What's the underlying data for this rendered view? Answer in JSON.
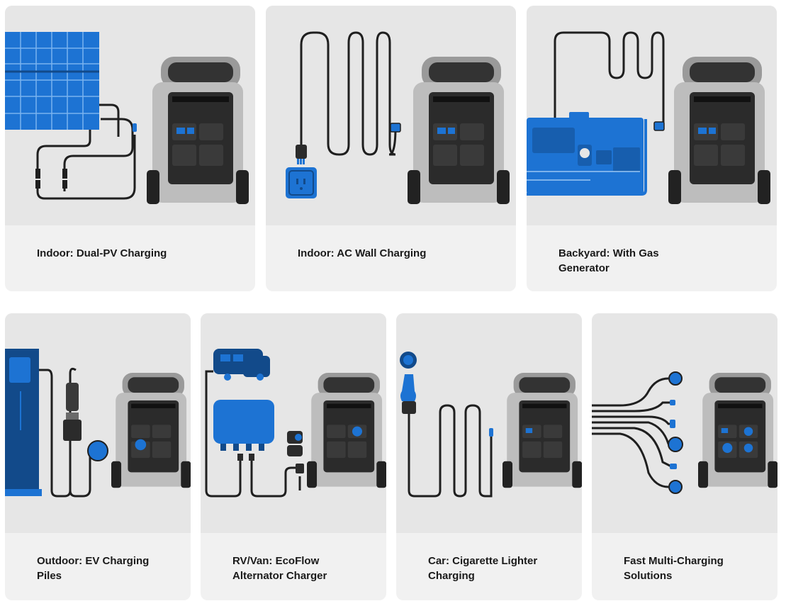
{
  "cards": [
    {
      "title": "Indoor: Dual-PV Charging",
      "illustration": "solar-panel-icon"
    },
    {
      "title": "Indoor: AC Wall Charging",
      "illustration": "wall-outlet-icon"
    },
    {
      "title": "Backyard: With Gas Generator",
      "illustration": "gas-generator-icon"
    },
    {
      "title": "Outdoor: EV Charging Piles",
      "illustration": "ev-charger-icon"
    },
    {
      "title": "RV/Van: EcoFlow Alternator Charger",
      "illustration": "rv-van-icon"
    },
    {
      "title": "Car: Cigarette Lighter Charging",
      "illustration": "car-lighter-icon"
    },
    {
      "title": "Fast Multi-Charging Solutions",
      "illustration": "multi-cable-icon"
    }
  ],
  "colors": {
    "accent_blue": "#1d73d3",
    "dark_blue": "#124a8a",
    "card_bg": "#f1f1f1",
    "illus_bg": "#e6e6e6"
  }
}
